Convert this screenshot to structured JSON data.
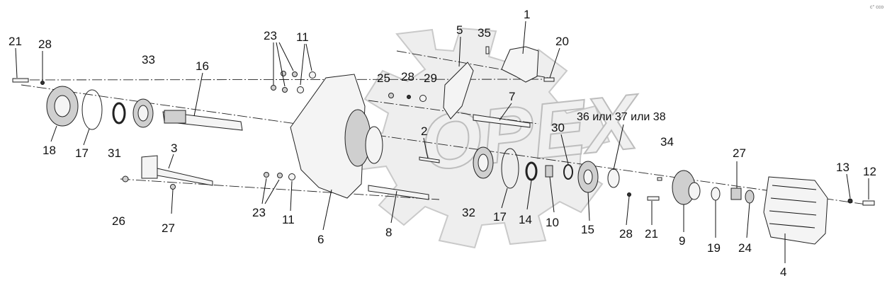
{
  "corner_mark": "c° cco",
  "watermark": "OPEX",
  "callouts": [
    {
      "id": "c1",
      "text": "1"
    },
    {
      "id": "c2",
      "text": "2"
    },
    {
      "id": "c3",
      "text": "3"
    },
    {
      "id": "c4",
      "text": "4"
    },
    {
      "id": "c5",
      "text": "5"
    },
    {
      "id": "c6",
      "text": "6"
    },
    {
      "id": "c7",
      "text": "7"
    },
    {
      "id": "c8",
      "text": "8"
    },
    {
      "id": "c9",
      "text": "9"
    },
    {
      "id": "c10",
      "text": "10"
    },
    {
      "id": "c11a",
      "text": "11"
    },
    {
      "id": "c11b",
      "text": "11"
    },
    {
      "id": "c12",
      "text": "12"
    },
    {
      "id": "c13",
      "text": "13"
    },
    {
      "id": "c14",
      "text": "14"
    },
    {
      "id": "c15",
      "text": "15"
    },
    {
      "id": "c16",
      "text": "16"
    },
    {
      "id": "c17a",
      "text": "17"
    },
    {
      "id": "c17b",
      "text": "17"
    },
    {
      "id": "c18",
      "text": "18"
    },
    {
      "id": "c19",
      "text": "19"
    },
    {
      "id": "c20",
      "text": "20"
    },
    {
      "id": "c21a",
      "text": "21"
    },
    {
      "id": "c21b",
      "text": "21"
    },
    {
      "id": "c23a",
      "text": "23"
    },
    {
      "id": "c23b",
      "text": "23"
    },
    {
      "id": "c24",
      "text": "24"
    },
    {
      "id": "c25",
      "text": "25"
    },
    {
      "id": "c26",
      "text": "26"
    },
    {
      "id": "c27a",
      "text": "27"
    },
    {
      "id": "c27b",
      "text": "27"
    },
    {
      "id": "c28a",
      "text": "28"
    },
    {
      "id": "c28b",
      "text": "28"
    },
    {
      "id": "c28c",
      "text": "28"
    },
    {
      "id": "c29",
      "text": "29"
    },
    {
      "id": "c30",
      "text": "30"
    },
    {
      "id": "c31",
      "text": "31"
    },
    {
      "id": "c32",
      "text": "32"
    },
    {
      "id": "c33",
      "text": "33"
    },
    {
      "id": "c34",
      "text": "34"
    },
    {
      "id": "c35",
      "text": "35"
    },
    {
      "id": "c36",
      "text": "36 или 37 или 38"
    }
  ]
}
